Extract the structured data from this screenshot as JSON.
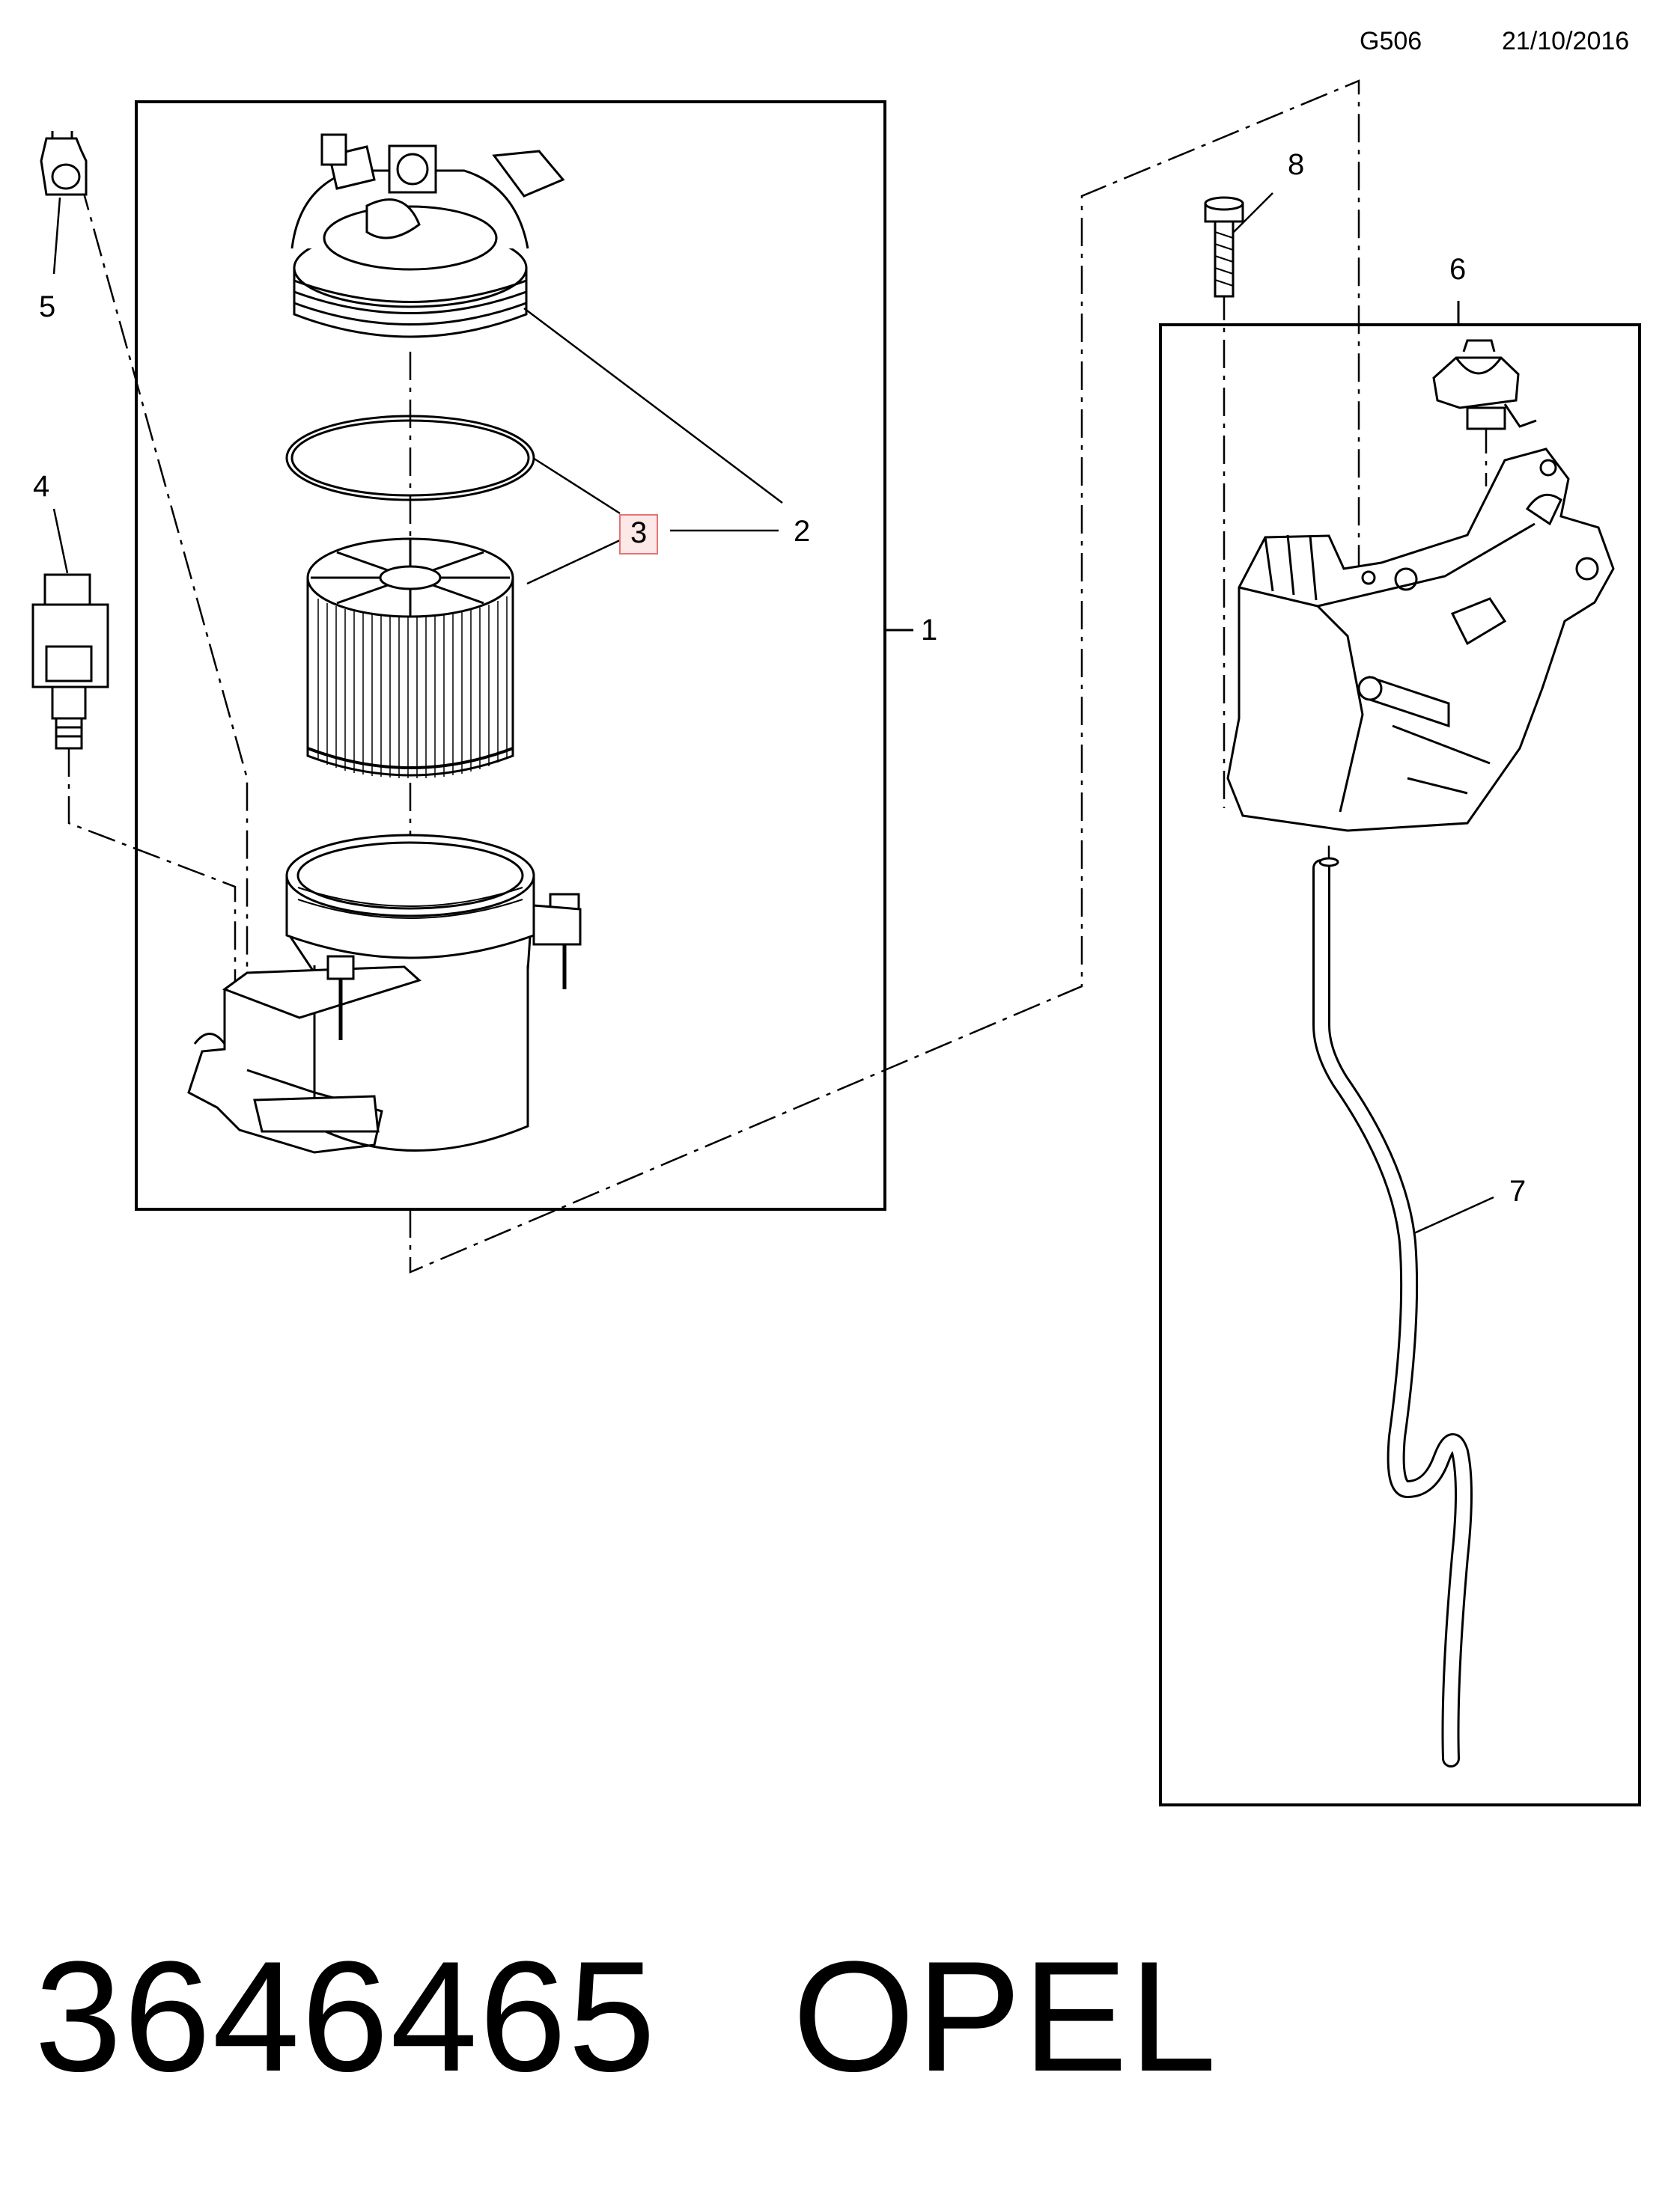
{
  "header": {
    "code": "G506",
    "date": "21/10/2016"
  },
  "callouts": {
    "c1": "1",
    "c2": "2",
    "c3": "3",
    "c4": "4",
    "c5": "5",
    "c6": "6",
    "c7": "7",
    "c8": "8"
  },
  "footer": {
    "part_number": "3646465",
    "brand": "OPEL"
  },
  "colors": {
    "line": "#000000",
    "highlight_fill": "#fde8e8",
    "highlight_stroke": "#e57373"
  }
}
